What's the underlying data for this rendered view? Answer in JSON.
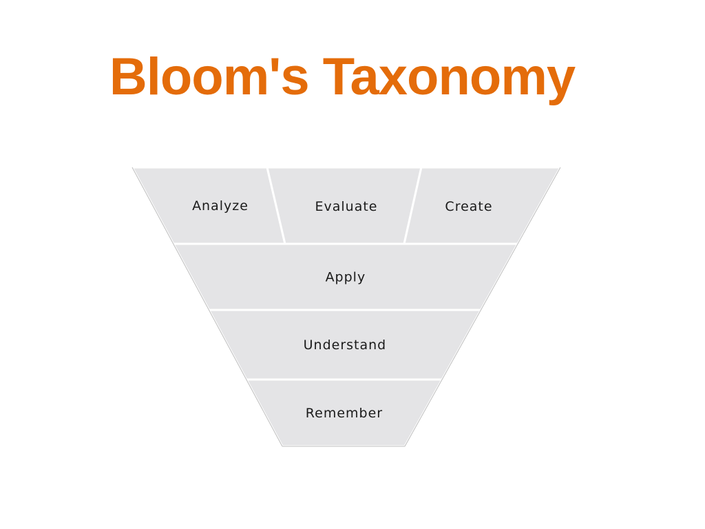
{
  "slide": {
    "title": "Bloom's Taxonomy",
    "title_color": "#E46C0A"
  },
  "pyramid": {
    "fill_color": "#E4E4E6",
    "edge_color": "#BDBDBD",
    "text_color": "#1A1A1A",
    "tiers": [
      {
        "labels": [
          "Analyze",
          "Evaluate",
          "Create"
        ]
      },
      {
        "labels": [
          "Apply"
        ]
      },
      {
        "labels": [
          "Understand"
        ]
      },
      {
        "labels": [
          "Remember"
        ]
      }
    ]
  }
}
